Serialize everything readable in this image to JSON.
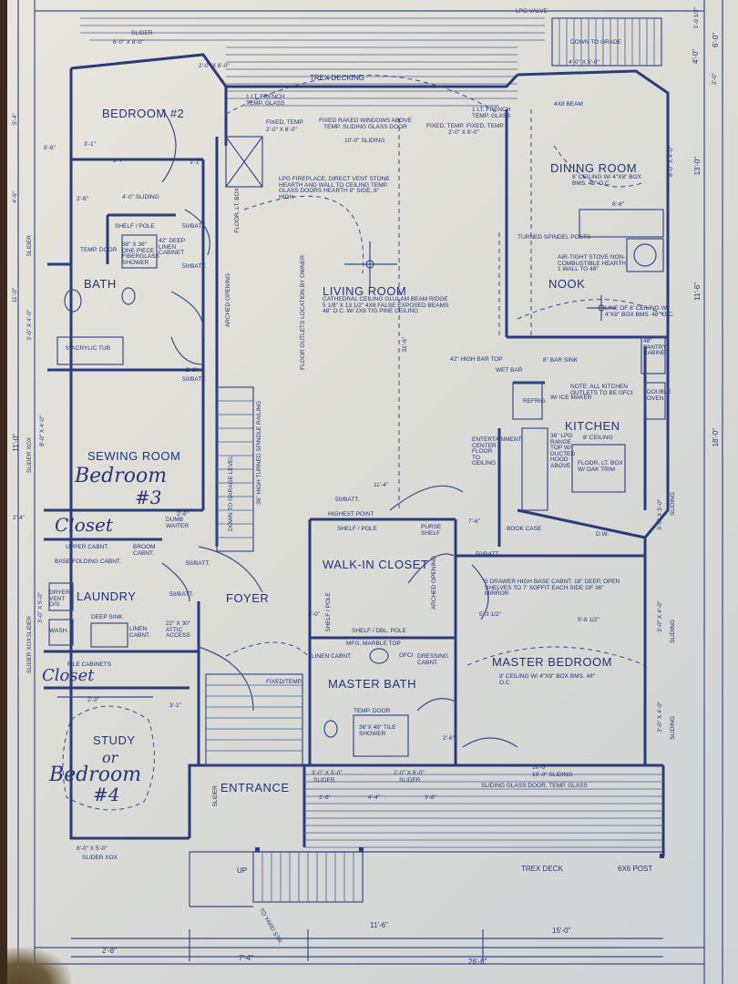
{
  "rooms": {
    "bedroom2": "BEDROOM #2",
    "dining": "DINING ROOM",
    "living": "LIVING ROOM",
    "nook": "NOOK",
    "bath": "BATH",
    "kitchen": "KITCHEN",
    "sewing": "SEWING ROOM",
    "walkin": "WALK-IN CLOSET",
    "laundry": "LAUNDRY",
    "foyer": "FOYER",
    "master_bedroom": "MASTER BEDROOM",
    "master_bath": "MASTER BATH",
    "study": "STUDY",
    "entrance": "ENTRANCE"
  },
  "handwritten": {
    "bedroom3": "Bedroom",
    "bedroom3_num": "#3",
    "closet1": "Closet",
    "closet2": "Closet",
    "or": "or",
    "bedroom4": "Bedroom",
    "bedroom4_num": "#4"
  },
  "notes": {
    "lpg_valve": "LPG VALVE",
    "down_to_grade": "DOWN TO GRADE",
    "trex_decking": "TREX DECKING",
    "slider_top": "SLIDER",
    "slider_top_dim": "6'-0\" X 8'-0\"",
    "french": "1 LT. FRENCH TEMP. GLASS",
    "french2": "1 LT. FRENCH TEMP. GLASS",
    "fixed_raked": "FIXED RAKED WINDOWS ABOVE TEMP. SLIDING GLASS DOOR",
    "sliding_10": "10'-0\" SLIDING",
    "fixed_temp1": "FIXED, TEMP.",
    "fixed_temp2": "FIXED, TEMP.",
    "fixed_temp3": "FIXED, TEMP.",
    "beam_4x8": "4X8 BEAM",
    "dining_ceiling": "8' CEILING W/ 4\"X8\" BOX BMS. 48\" O.C.",
    "fireplace": "LPG FIREPLACE, DIRECT VENT STONE HEARTH AND WALL TO CEILING TEMP. GLASS DOORS HEARTH 8\" SIDE, 8\" HIGH",
    "living_ceiling": "CATHEDRAL CEILING GLULAM BEAM RIDGE 5 1/8\" X 13 1/2\" 4X8 FALSE EXPOSED BEAMS 48\" O.C. W/ 2X8 T/G PINE CEILING",
    "turned_posts": "TURNED SPINDEL POSTS",
    "airtight": "AIR-TIGHT STOVE NON-COMBUSTIBLE HEARTH 1 WALL TO 48\"",
    "nook_ceiling": "LINE OF 8' CEILING W/ 4\"X8\" BOX BMS. 48\" O.C.",
    "bar_sink": "8\" BAR SINK",
    "wet_bar": "WET BAR",
    "high_bar_top": "42\" HIGH BAR TOP",
    "refrig": "REFRIG.",
    "ice_maker": "W/ ICE MAKER",
    "kitchen_note": "NOTE: ALL KITCHEN OUTLETS TO BE GFCI",
    "kitchen_ceiling": "8' CEILING",
    "pantry": "48\" PANTRY CABINET",
    "double_oven": "DOUBLE OVEN",
    "floor_box": "FLOOR, LT. BOX W/ OAK TRIM",
    "range": "36\" LPG RANGE TOP W/ DUCTED HOOD ABOVE",
    "entertainment": "ENTERTAINMENT CENTER FLOOR TO CEILING",
    "book_case": "BOOK CASE",
    "dw": "D.W.",
    "sliding_4_0": "4'-0\" SLIDING",
    "shelf_pole1": "SHELF / POLE",
    "shower_one": "36\" X 36\" ONE PIECE FIBERGLASS SHOWER",
    "temp_door1": "TEMP. DOOR",
    "linen1": "42\" DEEP LINEN CABINET",
    "acrylic_tub": "5' ACRYLIC TUB",
    "arched1": "ARCHED OPENING",
    "arched2": "ARCHED OPENING",
    "floor_lt_box": "FLOOR, LT. BOX",
    "floor_outlets": "FLOOR OUTLETS LOCATION BY OWNER",
    "turned_rail": "36\" HIGH TURNED SPINDLE RAILING",
    "down_garage": "DOWN TO GARAGE LEVEL",
    "highest_point": "HIGHEST POINT",
    "shelf_pole2": "SHELF / POLE",
    "purse_shelf": "PURSE SHELF",
    "shelf_dbl_pole": "SHELF / DBL. POLE",
    "shelf_pole_v": "SHELF / POLE",
    "dumb_waiter": "DUMB WAITER",
    "upper_cabnt": "UPPER CABNT.",
    "broom_cabnt": "BROOM CABNT.",
    "base_folding": "BASE FOLDING CABNT.",
    "deep_sink": "DEEP SINK",
    "linen_cabnt": "LINEN CABNT.",
    "attic_access": "22\" X 30\" ATTIC ACCESS",
    "dryer": "DRYER VENT O/S",
    "washer": "WASH.",
    "file_cabinets": "FILE CABINETS",
    "dresser": "5 DRAWER HIGH BASE CABNT. 18\" DEEP, OPEN SHELVES TO 7' SOFFIT EACH SIDE OF 36\" MIRROR",
    "linen_mb": "LINEN CABNT.",
    "dressing": "DRESSING CABNT.",
    "marble": "MFG. MARBLE TOP",
    "gfci": "GFCI",
    "temp_door2": "TEMP. DOOR",
    "tile_shower": "36\"X 48\" TILE SHOWER",
    "mb_ceiling": "8' CEILING W/ 4\"X8\" BOX BMS. 48\" O.C.",
    "sliding_glass": "SLIDING GLASS DOOR, TEMP. GLASS",
    "sliding_10b": "10'-0\" SLIDING",
    "slider_mb1": "SLIDER",
    "slider_mb2": "SLIDER",
    "fixed_temp4": "FIXED/TEMP.",
    "trex_deck": "TREX DECK",
    "post": "6X6 POST",
    "up": "UP",
    "stair": "TO YARD STR.",
    "slider_xox": "SLIDER XOX",
    "slider_xox2": "SLIDER XOX",
    "slider_xox3": "SLIDER XOX",
    "sliding_side1": "SLIDING",
    "sliding_side2": "SLIDING",
    "sliding_side3": "SLIDING",
    "slider_side": "SLIDER",
    "slider_study": "SLIDER",
    "slider_entr": "SLIDER",
    "batt1": "50/BATT.",
    "batt2": "50/BATT.",
    "batt3": "50/BATT.",
    "batt4": "50/BATT.",
    "batt5": "50/BATT.",
    "batt6": "50/BATT.",
    "batt7": "50/BATT."
  },
  "dims": {
    "d_6x8_top": "6'-0\" X 8'-0\"",
    "d_2x6": "2'-0\" X 6'-0\"",
    "d_4x5": "4'-0\" X 5'-0\"",
    "d_2x6b": "2'-0\" X 6'-0\"",
    "d_2x6c": "2'-0\" X 6'-0\"",
    "d_3_1": "3'-1\"",
    "d_5_7": "5'-7\"",
    "d_3_1b": "3'-1\"",
    "d_2_6": "2'-6\"",
    "d_2_6b": "2'-6\"",
    "d_4_0_sl": "4'-0\" SLIDING",
    "d_6_6": "6'-6\"",
    "d_3x4": "3'-0\" X 4'-0\"",
    "d_3x4b": "3'-0\" X 4'-0\"",
    "d_3x4c": "3'-0\" X 4'-0\"",
    "d_3x5": "3'-0\" X 5'-0\"",
    "d_8x4": "8'-0\" X 4'-0\"",
    "d_8x4b": "8'-0\" X 4'-0\"",
    "d_3x4_kit": "3'-0\" X 3'-0\"",
    "d_31_6": "31'-6\"",
    "d_11_4": "11'-4\"",
    "d_9_8": "9'-8 1/2\"",
    "d_5_3": "5'-3 1/2\"",
    "d_2_6c": "2'-6\"",
    "d_3_6": "3'-6\"",
    "d_4_4": "4'-4\"",
    "d_3_8": "3'-8\"",
    "d_3x5b": "3'-0\" X 5'-0\"",
    "d_2x6d": "2'-0\" X 6'-0\"",
    "d_8x5": "8'-0\" X 5'-0\"",
    "d_2x3": "2'-3\"",
    "d_3_1c": "3'-1\"",
    "d_11_6": "11'-6\"",
    "d_15_0": "15'-0\"",
    "d_7_4": "7'-4\"",
    "d_2_8": "2'-8\"",
    "d_26_6": "26'-6\"",
    "d_4_0": "4'-0\"",
    "d_6_0": "6'-0\"",
    "d_11_0": "11'-0\"",
    "d_18_0": "18'-0\"",
    "d_13_0": "13'-0\"",
    "d_11_6r": "11'-6\"",
    "d_2_0": "2'-0\"",
    "d_1_01": "1'-0 1/2\"",
    "d_5_4": "5'-4\"",
    "d_8_6": "8'-6\"",
    "d_4_6": "4'-6\"",
    "d_2_4": "2'-4\"",
    "d_11_0l": "11'-0\"",
    "d_2_6d": "2'-6\"",
    "d_7_6": "7'-6\"",
    "d_4_0b": "4'-0\"",
    "d_10_0": "10'-0\""
  }
}
